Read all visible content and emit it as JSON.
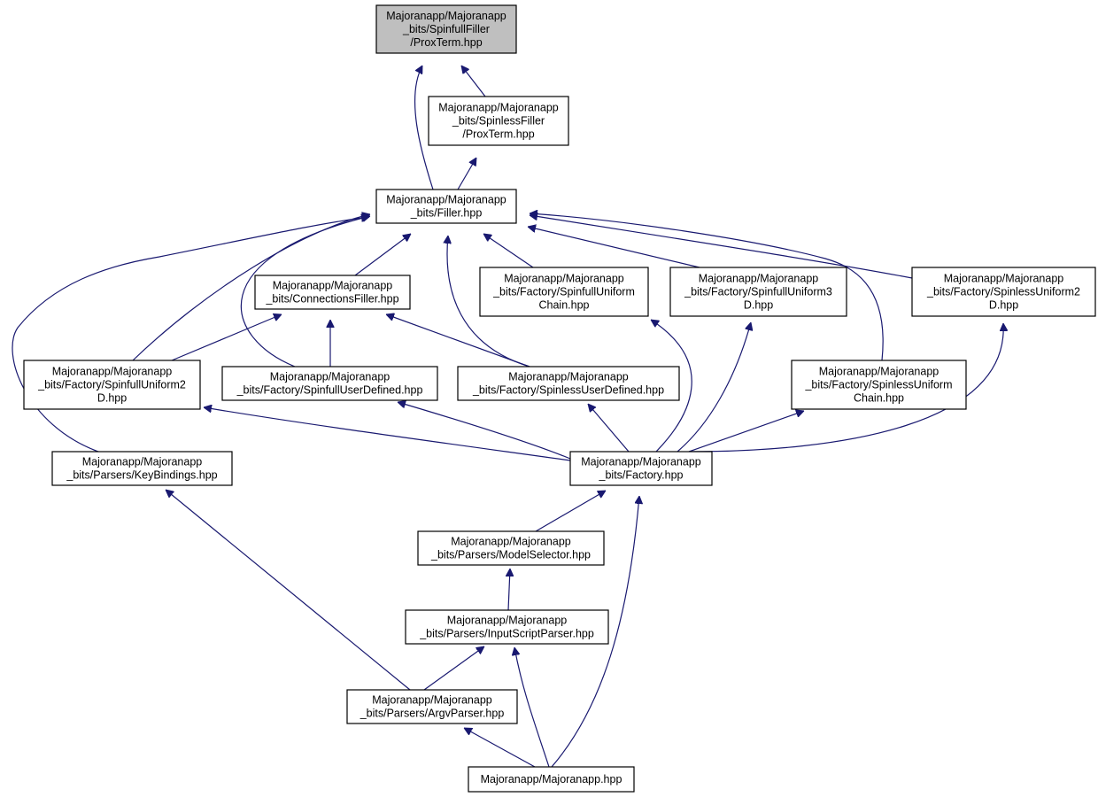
{
  "diagram": {
    "title": "",
    "colors": {
      "edge": "#191970",
      "node_border": "#000000",
      "node_fill": "#ffffff",
      "root_fill": "#bfbfbf"
    },
    "nodes": [
      {
        "id": "n0",
        "lines": [
          "Majoranapp/Majoranapp",
          "_bits/SpinfullFiller",
          "/ProxTerm.hpp"
        ],
        "highlight": true
      },
      {
        "id": "n1",
        "lines": [
          "Majoranapp/Majoranapp",
          "_bits/SpinlessFiller",
          "/ProxTerm.hpp"
        ]
      },
      {
        "id": "n2",
        "lines": [
          "Majoranapp/Majoranapp",
          "_bits/Filler.hpp"
        ]
      },
      {
        "id": "n3",
        "lines": [
          "Majoranapp/Majoranapp",
          "_bits/ConnectionsFiller.hpp"
        ]
      },
      {
        "id": "n4",
        "lines": [
          "Majoranapp/Majoranapp",
          "_bits/Factory/SpinfullUniform",
          "Chain.hpp"
        ]
      },
      {
        "id": "n5",
        "lines": [
          "Majoranapp/Majoranapp",
          "_bits/Factory/SpinfullUniform3",
          "D.hpp"
        ]
      },
      {
        "id": "n6",
        "lines": [
          "Majoranapp/Majoranapp",
          "_bits/Factory/SpinlessUniform2",
          "D.hpp"
        ]
      },
      {
        "id": "n7",
        "lines": [
          "Majoranapp/Majoranapp",
          "_bits/Factory/SpinfullUniform2",
          "D.hpp"
        ]
      },
      {
        "id": "n8",
        "lines": [
          "Majoranapp/Majoranapp",
          "_bits/Factory/SpinfullUserDefined.hpp"
        ]
      },
      {
        "id": "n9",
        "lines": [
          "Majoranapp/Majoranapp",
          "_bits/Factory/SpinlessUserDefined.hpp"
        ]
      },
      {
        "id": "n10",
        "lines": [
          "Majoranapp/Majoranapp",
          "_bits/Factory/SpinlessUniform",
          "Chain.hpp"
        ]
      },
      {
        "id": "n11",
        "lines": [
          "Majoranapp/Majoranapp",
          "_bits/Parsers/KeyBindings.hpp"
        ]
      },
      {
        "id": "n12",
        "lines": [
          "Majoranapp/Majoranapp",
          "_bits/Factory.hpp"
        ]
      },
      {
        "id": "n13",
        "lines": [
          "Majoranapp/Majoranapp",
          "_bits/Parsers/ModelSelector.hpp"
        ]
      },
      {
        "id": "n14",
        "lines": [
          "Majoranapp/Majoranapp",
          "_bits/Parsers/InputScriptParser.hpp"
        ]
      },
      {
        "id": "n15",
        "lines": [
          "Majoranapp/Majoranapp",
          "_bits/Parsers/ArgvParser.hpp"
        ]
      },
      {
        "id": "n16",
        "lines": [
          "Majoranapp/Majoranapp.hpp"
        ]
      }
    ],
    "edges": [
      {
        "from": "n1",
        "to": "n0"
      },
      {
        "from": "n2",
        "to": "n0"
      },
      {
        "from": "n2",
        "to": "n1"
      },
      {
        "from": "n3",
        "to": "n2"
      },
      {
        "from": "n4",
        "to": "n2"
      },
      {
        "from": "n5",
        "to": "n2"
      },
      {
        "from": "n6",
        "to": "n2"
      },
      {
        "from": "n7",
        "to": "n2"
      },
      {
        "from": "n8",
        "to": "n2"
      },
      {
        "from": "n9",
        "to": "n2"
      },
      {
        "from": "n10",
        "to": "n2"
      },
      {
        "from": "n11",
        "to": "n2"
      },
      {
        "from": "n7",
        "to": "n3"
      },
      {
        "from": "n8",
        "to": "n3"
      },
      {
        "from": "n9",
        "to": "n3"
      },
      {
        "from": "n12",
        "to": "n4"
      },
      {
        "from": "n12",
        "to": "n5"
      },
      {
        "from": "n12",
        "to": "n6"
      },
      {
        "from": "n12",
        "to": "n7"
      },
      {
        "from": "n12",
        "to": "n8"
      },
      {
        "from": "n12",
        "to": "n9"
      },
      {
        "from": "n12",
        "to": "n10"
      },
      {
        "from": "n13",
        "to": "n12"
      },
      {
        "from": "n16",
        "to": "n12"
      },
      {
        "from": "n14",
        "to": "n13"
      },
      {
        "from": "n15",
        "to": "n14"
      },
      {
        "from": "n16",
        "to": "n14"
      },
      {
        "from": "n15",
        "to": "n11"
      },
      {
        "from": "n16",
        "to": "n15"
      }
    ]
  }
}
